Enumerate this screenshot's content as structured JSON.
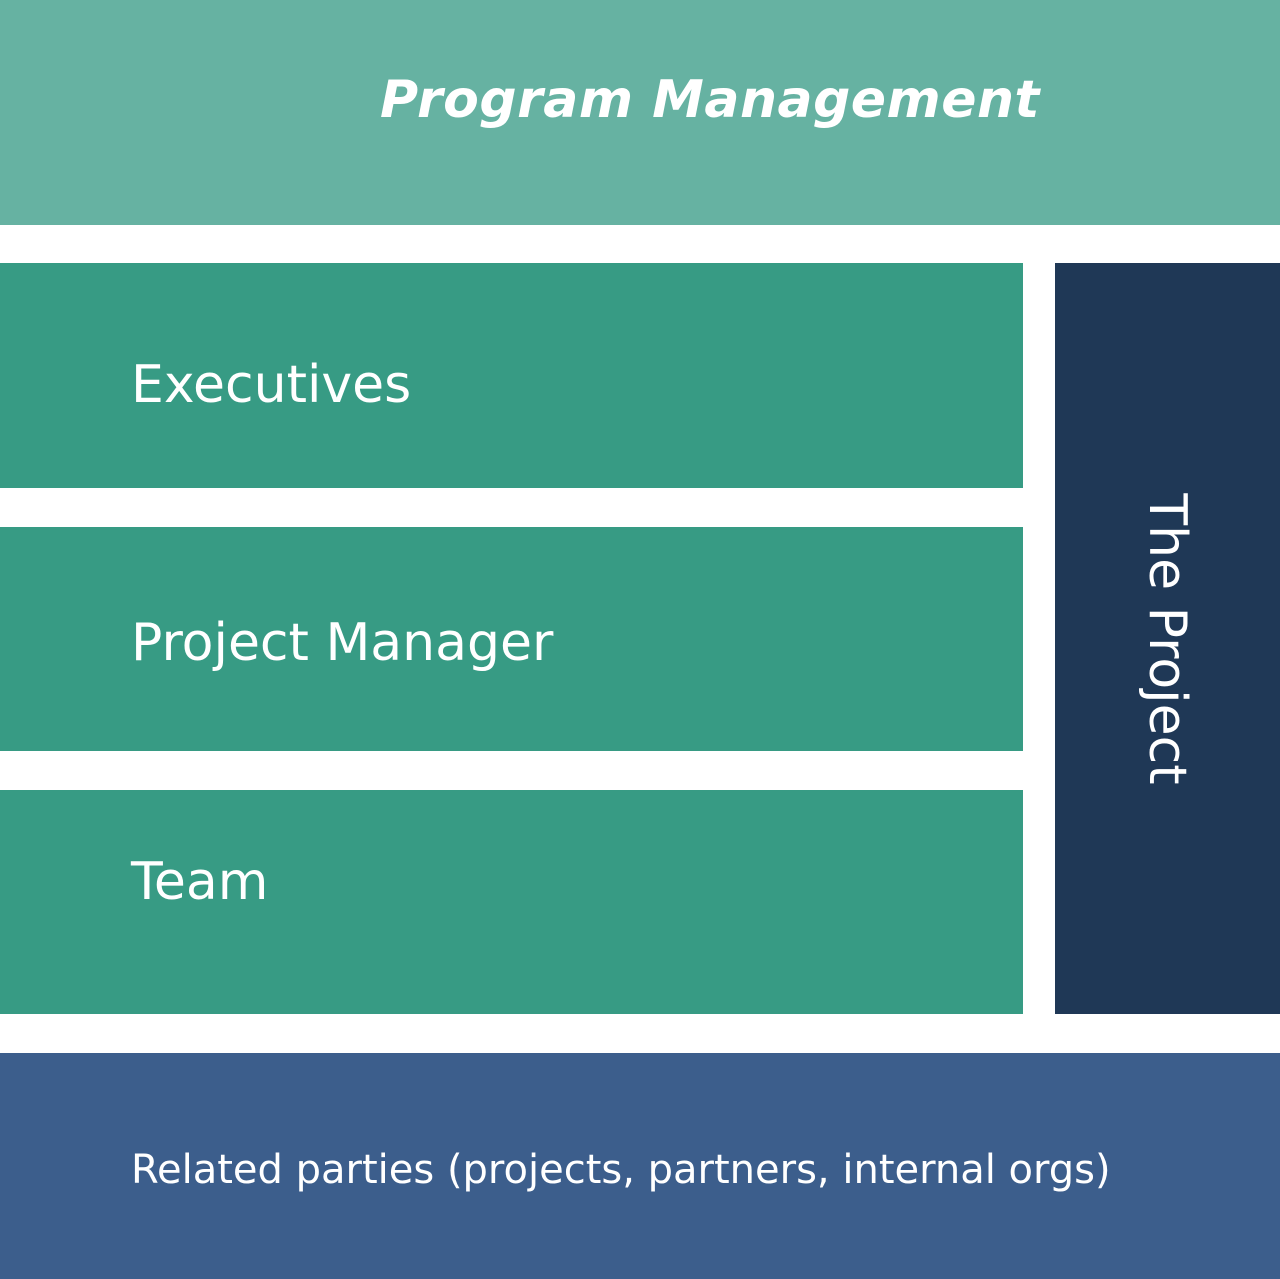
{
  "diagram": {
    "top": {
      "label": "Program Management",
      "color": "#66b2a2"
    },
    "rows": [
      {
        "label": "Executives",
        "color": "#379b84"
      },
      {
        "label": "Project Manager",
        "color": "#379b84"
      },
      {
        "label": "Team",
        "color": "#379b84"
      }
    ],
    "side": {
      "label": "The Project",
      "color": "#1f3856"
    },
    "bottom": {
      "label": "Related parties (projects, partners, internal orgs)",
      "color": "#3c5e8c"
    }
  }
}
